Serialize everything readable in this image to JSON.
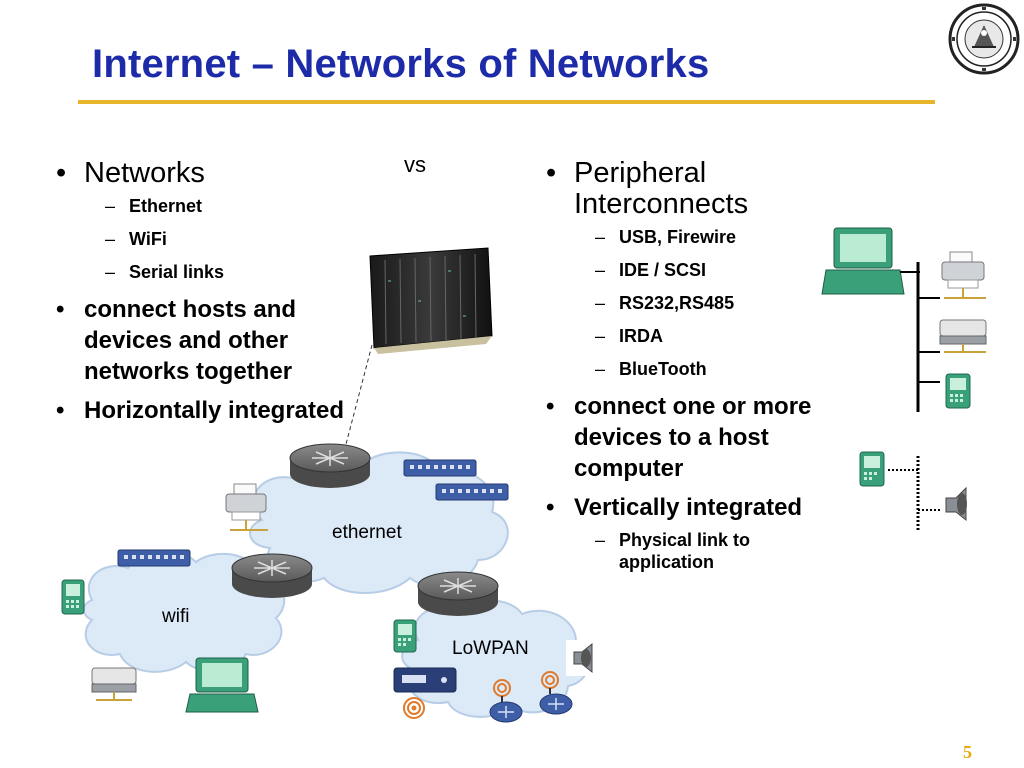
{
  "slide": {
    "title": "Internet – Networks of Networks",
    "page_number": "5",
    "separator": "vs"
  },
  "left": {
    "networks_label": "Networks",
    "network_types": [
      "Ethernet",
      "WiFi",
      "Serial links"
    ],
    "connect_point": "connect hosts and devices and other networks together",
    "integration_point": "Horizontally integrated"
  },
  "right": {
    "peripheral_label": "Peripheral Interconnects",
    "interconnects": [
      "USB, Firewire",
      "IDE / SCSI",
      "RS232,RS485",
      "IRDA",
      "BlueTooth"
    ],
    "connect_point": "connect one or more devices to a host computer",
    "integration_point": "Vertically integrated",
    "integration_sub": "Physical link to application"
  },
  "diagram": {
    "clouds": [
      "ethernet",
      "wifi",
      "LoWPAN"
    ],
    "device_icons": [
      "server-rack-icon",
      "router-icon",
      "switch-icon",
      "printer-icon",
      "laptop-icon",
      "pda-icon",
      "speaker-icon",
      "sensor-node-icon",
      "gateway-box-icon"
    ]
  },
  "colors": {
    "title": "#1d2ba8",
    "rule": "#e8b52a",
    "page_number": "#e8a80e",
    "cloud_fill": "#d9e8f8",
    "device_green": "#3aa07a"
  }
}
